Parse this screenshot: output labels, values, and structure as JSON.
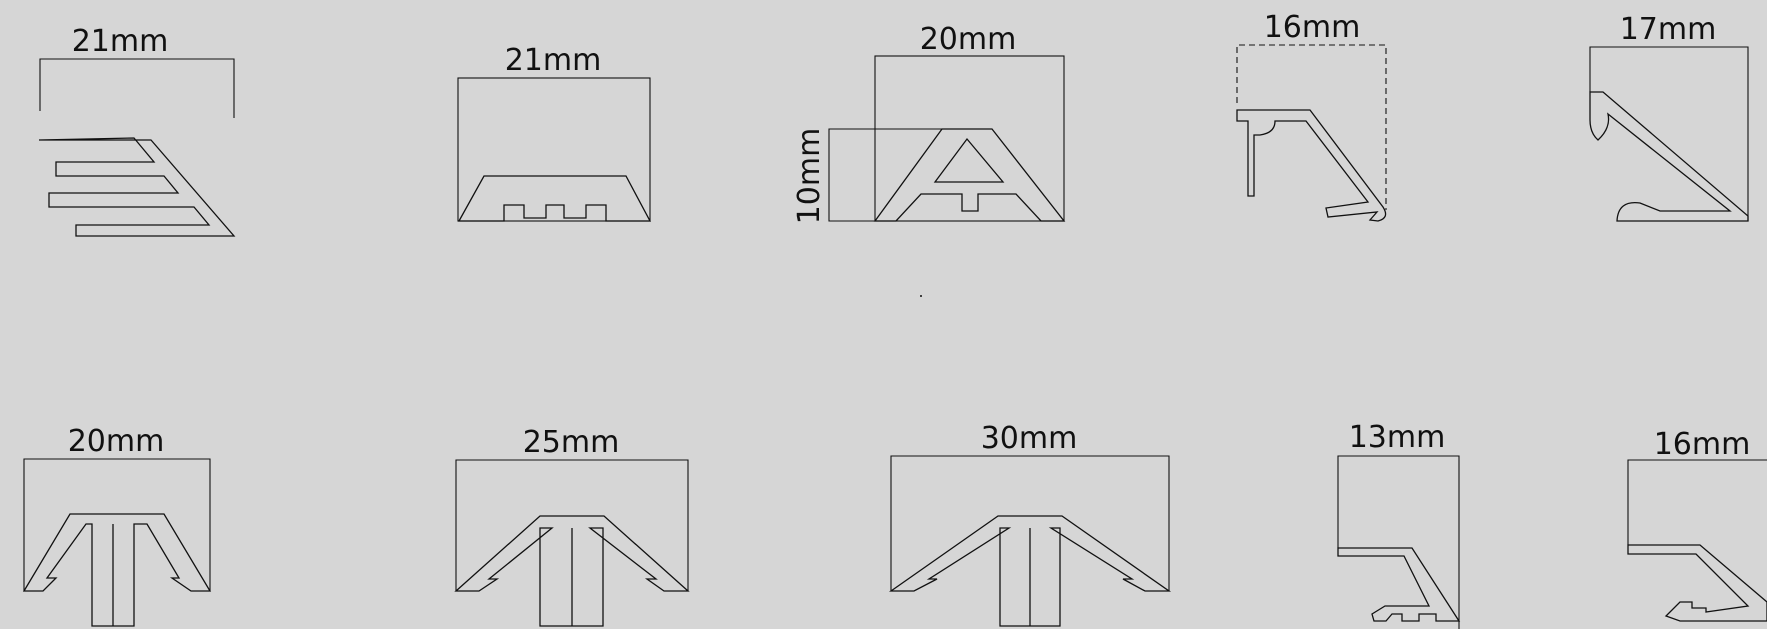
{
  "diagram": {
    "background": "#d6d6d6",
    "line_color": "#111111",
    "profiles": [
      {
        "id": "p1",
        "width_label": "21mm"
      },
      {
        "id": "p2",
        "width_label": "21mm"
      },
      {
        "id": "p3",
        "width_label": "20mm",
        "height_label": "10mm"
      },
      {
        "id": "p4",
        "width_label": "16mm"
      },
      {
        "id": "p5",
        "width_label": "17mm"
      },
      {
        "id": "p6",
        "width_label": "20mm"
      },
      {
        "id": "p7",
        "width_label": "25mm"
      },
      {
        "id": "p8",
        "width_label": "30mm"
      },
      {
        "id": "p9",
        "width_label": "13mm"
      },
      {
        "id": "p10",
        "width_label": "16mm"
      }
    ]
  }
}
